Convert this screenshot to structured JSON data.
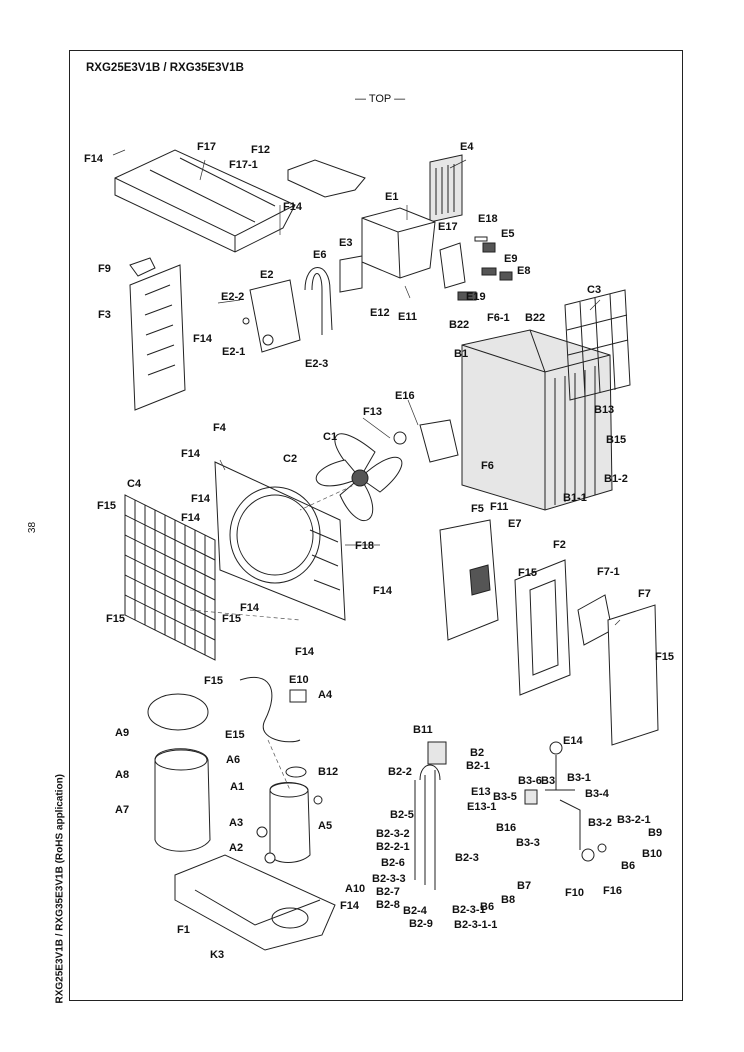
{
  "header": {
    "model": "RXG25E3V1B / RXG35E3V1B",
    "view_label": "— TOP —"
  },
  "side": {
    "page_number": "38",
    "title": "RXG25E3V1B / RXG35E3V1B (RoHS application)"
  },
  "labels": [
    "F14",
    "F17",
    "F17-1",
    "F12",
    "E4",
    "F14",
    "E1",
    "E17",
    "E18",
    "E5",
    "E3",
    "E6",
    "F9",
    "E2",
    "E2-2",
    "F3",
    "F14",
    "E2-1",
    "E2-3",
    "E12",
    "E11",
    "E19",
    "E9",
    "E8",
    "C3",
    "B22",
    "F6-1",
    "B22",
    "B1",
    "E16",
    "F13",
    "C1",
    "F4",
    "C2",
    "B13",
    "B15",
    "F6",
    "B1-2",
    "B1-1",
    "F14",
    "C4",
    "F14",
    "F15",
    "F14",
    "F5",
    "F11",
    "E7",
    "F18",
    "F2",
    "F15",
    "F14",
    "F15",
    "F7-1",
    "F7",
    "F14",
    "F15",
    "F14",
    "F15",
    "F15",
    "E10",
    "A4",
    "A9",
    "E15",
    "A6",
    "B11",
    "B2",
    "B2-1",
    "B2-2",
    "E14",
    "A8",
    "B12",
    "A1",
    "A7",
    "A5",
    "B3-6",
    "B3",
    "B3-1",
    "E13",
    "E13-1",
    "B3-5",
    "B3-4",
    "B2-5",
    "A3",
    "B16",
    "B3-2",
    "B3-2-1",
    "B2-3-2",
    "B2-2-1",
    "B9",
    "B3-3",
    "A2",
    "B2-6",
    "B2-3",
    "B10",
    "B6",
    "B2-3-3",
    "B2-7",
    "B7",
    "F10",
    "F16",
    "B2-8",
    "B8",
    "B6",
    "A10",
    "B2-4",
    "B2-3-1",
    "F1",
    "F14",
    "B2-9",
    "B2-3-1-1",
    "K3"
  ]
}
